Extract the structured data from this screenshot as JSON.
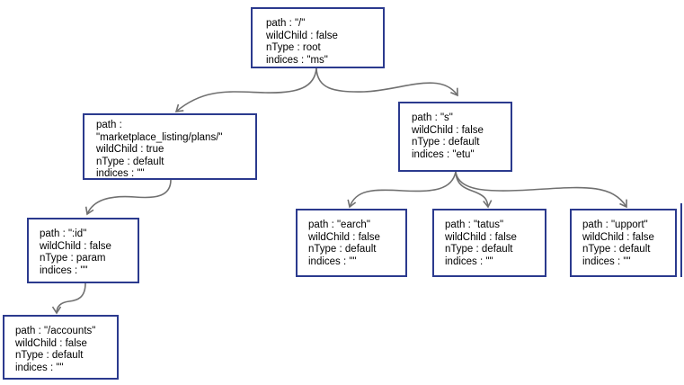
{
  "colors": {
    "node-border": "#2b3a8e",
    "edge-color": "#707070",
    "text-color": "#000000",
    "bg-color": "#ffffff"
  },
  "nodes": [
    {
      "id": "root",
      "lines": [
        "path : \"/\"",
        "wildChild : false",
        "nType : root",
        "indices : \"ms\""
      ]
    },
    {
      "id": "marketplace-listing-plans",
      "lines": [
        "path :",
        "\"marketplace_listing/plans/\"",
        "wildChild : true",
        "nType : default",
        "indices : \"\""
      ]
    },
    {
      "id": "s",
      "lines": [
        "path : \"s\"",
        "wildChild : false",
        "nType : default",
        "indices : \"etu\""
      ]
    },
    {
      "id": "id-param",
      "lines": [
        "path : \":id\"",
        "wildChild : false",
        "nType : param",
        "indices : \"\""
      ]
    },
    {
      "id": "accounts",
      "lines": [
        "path : \"/accounts\"",
        "wildChild : false",
        "nType : default",
        "indices : \"\""
      ]
    },
    {
      "id": "earch",
      "lines": [
        "path : \"earch\"",
        "wildChild : false",
        "nType : default",
        "indices : \"\""
      ]
    },
    {
      "id": "tatus",
      "lines": [
        "path : \"tatus\"",
        "wildChild : false",
        "nType : default",
        "indices : \"\""
      ]
    },
    {
      "id": "upport",
      "lines": [
        "path : \"upport\"",
        "wildChild : false",
        "nType : default",
        "indices : \"\""
      ]
    }
  ],
  "edges": [
    {
      "from": "root",
      "to": "marketplace-listing-plans"
    },
    {
      "from": "root",
      "to": "s"
    },
    {
      "from": "marketplace-listing-plans",
      "to": "id-param"
    },
    {
      "from": "id-param",
      "to": "accounts"
    },
    {
      "from": "s",
      "to": "earch"
    },
    {
      "from": "s",
      "to": "tatus"
    },
    {
      "from": "s",
      "to": "upport"
    }
  ]
}
